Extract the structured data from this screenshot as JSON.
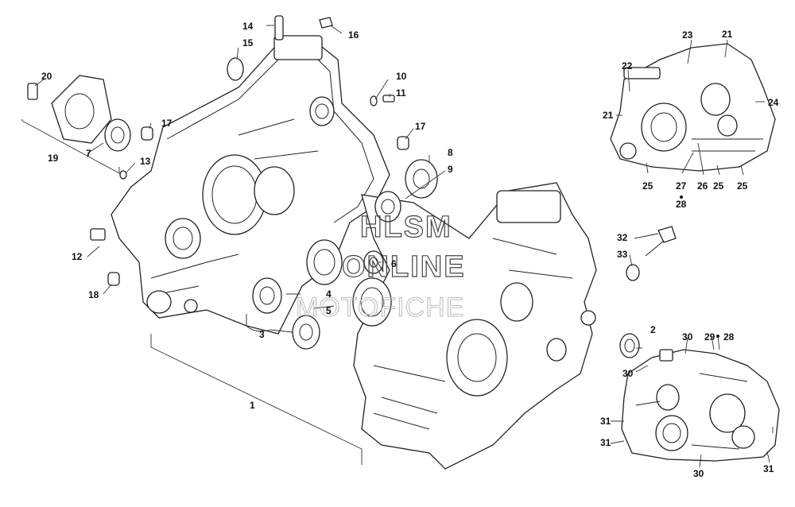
{
  "watermark": {
    "line1": "HLSM",
    "line2": "ONLINE",
    "line3": "MOTOFICHE"
  },
  "callouts": {
    "c1": "1",
    "c2": "2",
    "c3": "3",
    "c4": "4",
    "c5": "5",
    "c6": "6",
    "c7": "7",
    "c8": "8",
    "c9": "9",
    "c10": "10",
    "c11": "11",
    "c12": "12",
    "c13": "13",
    "c14": "14",
    "c15": "15",
    "c16": "16",
    "c17a": "17",
    "c17b": "17",
    "c18": "18",
    "c19": "19",
    "c20": "20",
    "c21a": "21",
    "c21b": "21",
    "c22": "22",
    "c23": "23",
    "c24": "24",
    "c25a": "25",
    "c25b": "25",
    "c25c": "25",
    "c26": "26",
    "c27": "27",
    "c28a": "28",
    "c28b": "28",
    "c29": "29",
    "c30a": "30",
    "c30b": "30",
    "c30c": "30",
    "c31a": "31",
    "c31b": "31",
    "c31c": "31",
    "c32": "32",
    "c33": "33"
  }
}
